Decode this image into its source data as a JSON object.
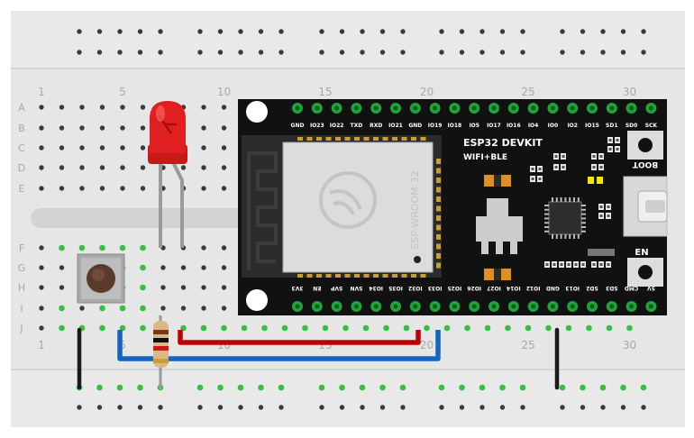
{
  "breadboard": {
    "column_numbers": [
      "1",
      "5",
      "10",
      "15",
      "20",
      "25",
      "30"
    ],
    "row_letters": [
      "A",
      "B",
      "C",
      "D",
      "E",
      "F",
      "G",
      "H",
      "I",
      "J"
    ],
    "colors": {
      "board": "#e6e6e6",
      "rail": "#dedede",
      "hole": "#3a3a3a",
      "connected_hole": "#35c03f",
      "label": "#a8a8a8"
    }
  },
  "esp32": {
    "title": "ESP32 DEVKIT",
    "subtitle": "WIFI+BLE",
    "module_label": "ESP-WROOM-32",
    "boot_label": "BOOT",
    "en_label": "EN",
    "top_pins": [
      "GND",
      "IO23",
      "IO22",
      "TXD",
      "RXD",
      "IO21",
      "GND",
      "IO19",
      "IO18",
      "IO5",
      "IO17",
      "IO16",
      "IO4",
      "IO0",
      "IO2",
      "IO15",
      "SD1",
      "SD0",
      "SCK"
    ],
    "bottom_pins": [
      "3V3",
      "EN",
      "SVP",
      "SVN",
      "IO34",
      "IO35",
      "IO32",
      "IO33",
      "IO25",
      "IO26",
      "IO27",
      "IO14",
      "IO12",
      "GND",
      "IO13",
      "SD2",
      "SD3",
      "CMD",
      "5V"
    ],
    "colors": {
      "board": "#111111",
      "pin": "#1fa33a",
      "module": "#dcdcdc"
    }
  },
  "components": {
    "led": {
      "color": "#e02020",
      "icon": "led-icon"
    },
    "pushbutton": {
      "icon": "pushbutton-icon"
    },
    "resistor": {
      "icon": "resistor-icon"
    }
  },
  "wires": {
    "colors": {
      "red": "#c00000",
      "blue": "#1565c0",
      "black": "#1a1a1a"
    }
  }
}
